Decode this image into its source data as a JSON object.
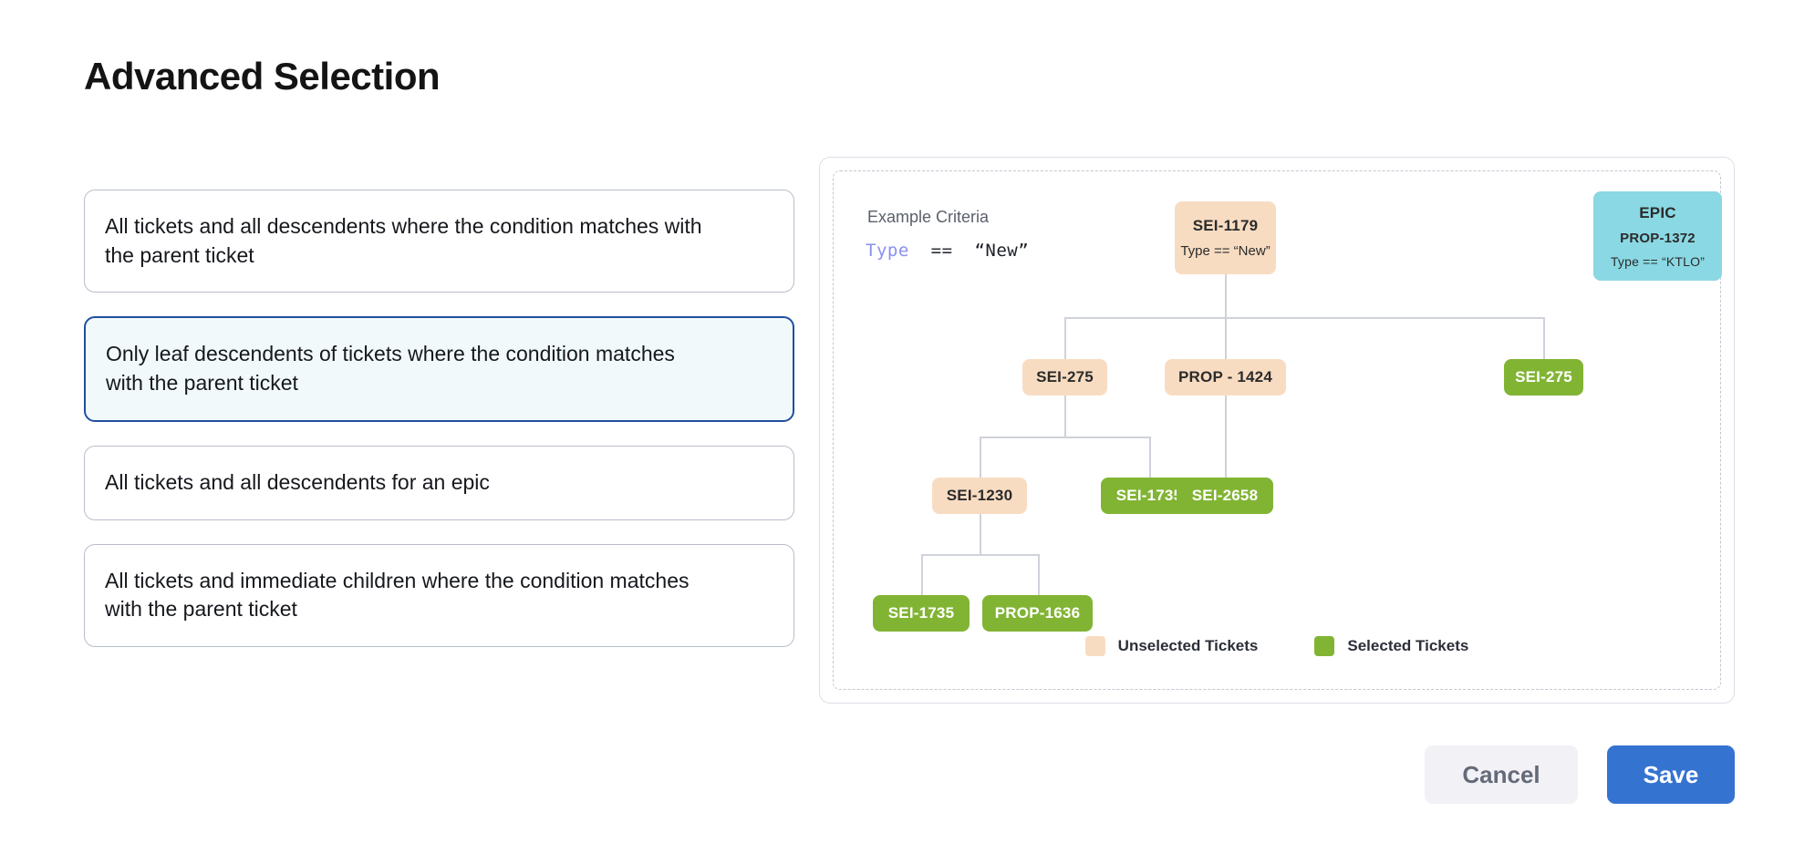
{
  "page": {
    "title": "Advanced Selection"
  },
  "options": [
    {
      "label": "All tickets and all descendents where the condition matches with the parent ticket",
      "selected": false
    },
    {
      "label": "Only leaf descendents of tickets where the condition matches with the parent ticket",
      "selected": true
    },
    {
      "label": "All tickets and all descendents for an epic",
      "selected": false
    },
    {
      "label": "All tickets and immediate children where the condition matches with the parent ticket",
      "selected": false
    }
  ],
  "diagram": {
    "criteria_title": "Example Criteria",
    "criteria": {
      "field": "Type",
      "operator": "==",
      "value": "“New”"
    },
    "nodes": [
      {
        "id": "root",
        "label": "SEI-1179",
        "sub": "Type == “New”",
        "state": "unselected"
      },
      {
        "id": "epic",
        "label": "EPIC",
        "sub": "PROP-1372",
        "sub2": "Type == “KTLO”",
        "state": "epic"
      },
      {
        "id": "sei275a",
        "label": "SEI-275",
        "state": "unselected"
      },
      {
        "id": "prop1424",
        "label": "PROP - 1424",
        "state": "unselected"
      },
      {
        "id": "sei275b",
        "label": "SEI-275",
        "state": "selected"
      },
      {
        "id": "sei1230",
        "label": "SEI-1230",
        "state": "unselected"
      },
      {
        "id": "sei1735a",
        "label": "SEI-1735",
        "state": "selected"
      },
      {
        "id": "sei2658",
        "label": "SEI-2658",
        "state": "selected"
      },
      {
        "id": "sei1735b",
        "label": "SEI-1735",
        "state": "selected"
      },
      {
        "id": "prop1636",
        "label": "PROP-1636",
        "state": "selected"
      }
    ],
    "legend": [
      {
        "label": "Unselected Tickets",
        "color": "#f8dcc2"
      },
      {
        "label": "Selected Tickets",
        "color": "#82b434"
      }
    ]
  },
  "footer": {
    "cancel_label": "Cancel",
    "save_label": "Save"
  },
  "colors": {
    "unselected": "#f8dcc2",
    "selected": "#82b434",
    "epic": "#8ad8e3",
    "accent": "#3573d1",
    "selected_card_border": "#1f4f9e",
    "selected_card_bg": "#f1f9fb"
  }
}
